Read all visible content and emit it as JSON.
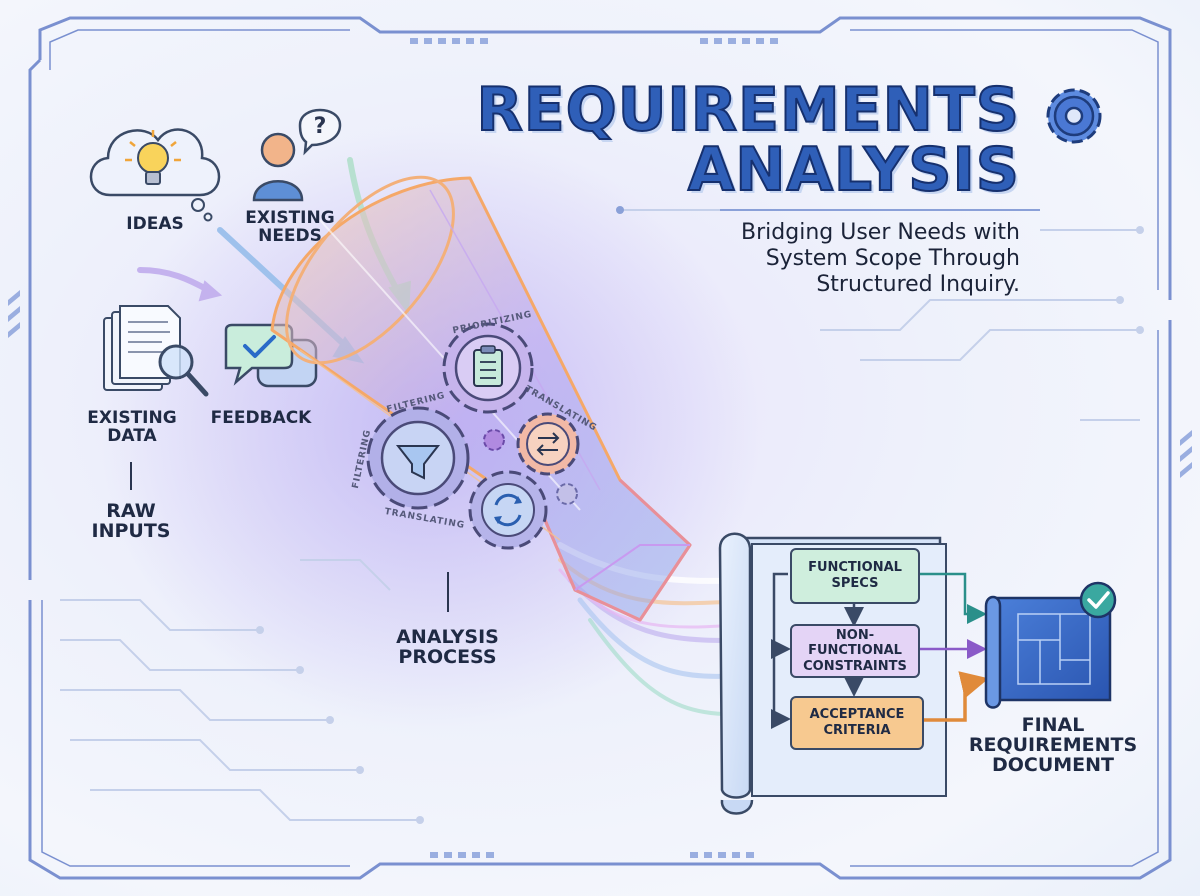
{
  "title": {
    "line1": "REQUIREMENTS",
    "line2": "ANALYSIS"
  },
  "subtitle": {
    "line1": "Bridging User Needs with",
    "line2": "System Scope Through",
    "line3": "Structured Inquiry."
  },
  "inputs": {
    "ideas": "IDEAS",
    "existing_needs": "EXISTING NEEDS",
    "existing_data": "EXISTING DATA",
    "feedback": "FEEDBACK",
    "raw_inputs": "RAW INPUTS"
  },
  "process": {
    "label": "ANALYSIS PROCESS",
    "gear_labels": [
      "PRIORITIZING",
      "FILTERING",
      "TRANSLATING",
      "FILTERING",
      "TRANSLATING"
    ]
  },
  "document": {
    "functional": "FUNCTIONAL SPECS",
    "non_functional": "NON-FUNCTIONAL CONSTRAINTS",
    "acceptance": "ACCEPTANCE CRITERIA",
    "final": "FINAL REQUIREMENTS DOCUMENT"
  },
  "colors": {
    "title": "#2f5fb8",
    "functional": "#cfeedd",
    "non_functional": "#e4d4f6",
    "acceptance": "#f7c990",
    "frame": "#7a90d0"
  }
}
